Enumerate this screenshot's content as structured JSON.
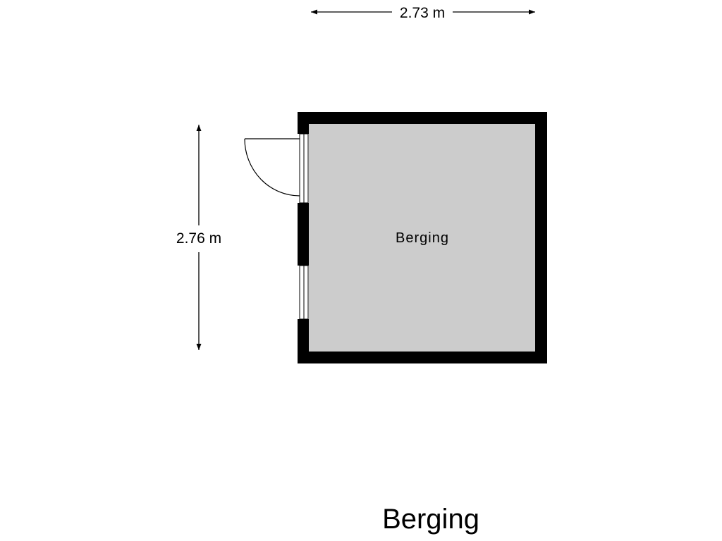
{
  "plan": {
    "title": "Berging",
    "dimensions": {
      "width": "2.73 m",
      "height": "2.76 m"
    },
    "rooms": [
      {
        "name": "Berging"
      }
    ],
    "colors": {
      "wall": "#000000",
      "floor": "#cccccc",
      "background": "#ffffff",
      "lines": "#000000"
    }
  }
}
